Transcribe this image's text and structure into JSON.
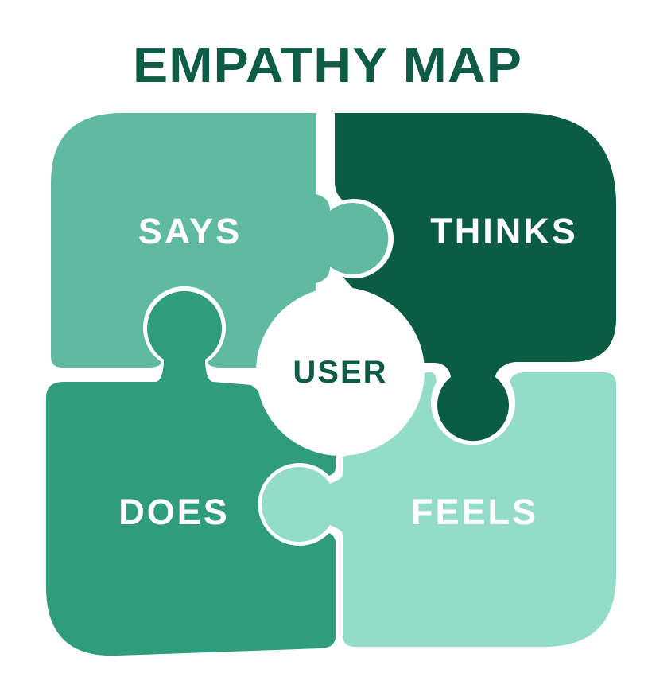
{
  "title": "EMPATHY MAP",
  "title_color": "#0e5c45",
  "background_color": "#ffffff",
  "center": {
    "label": "USER",
    "text_color": "#0d5c45",
    "circle_color": "#ffffff"
  },
  "pieces": [
    {
      "id": "says",
      "label": "SAYS",
      "position": "top-left",
      "color": "#60baa2",
      "label_color": "#ffffff"
    },
    {
      "id": "thinks",
      "label": "THINKS",
      "position": "top-right",
      "color": "#0b5c45",
      "label_color": "#ffffff"
    },
    {
      "id": "does",
      "label": "DOES",
      "position": "bottom-left",
      "color": "#2f9c7b",
      "label_color": "#ffffff"
    },
    {
      "id": "feels",
      "label": "FEELS",
      "position": "bottom-right",
      "color": "#93dcc7",
      "label_color": "#ffffff"
    }
  ]
}
